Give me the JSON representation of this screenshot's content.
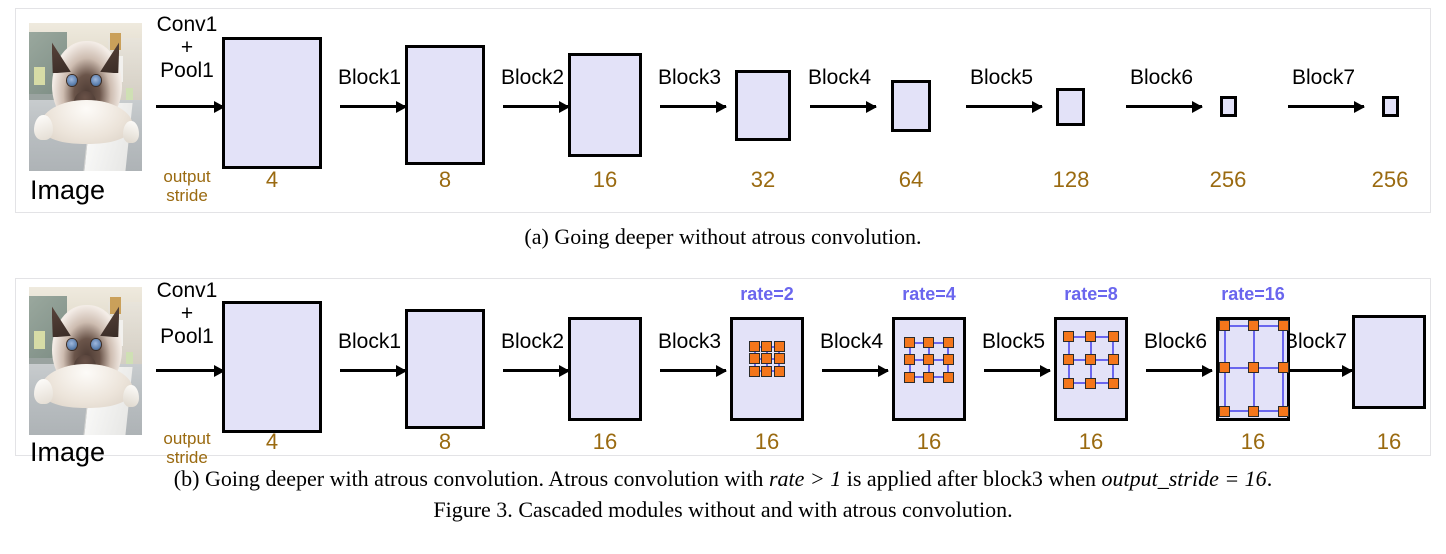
{
  "figure": {
    "number": "Figure 3.",
    "title": "Cascaded modules without and with atrous convolution."
  },
  "image_label": "Image",
  "conv_label": "Conv1\n+\nPool1",
  "output_stride_label": "output\nstride",
  "panel_a": {
    "caption": "(a) Going deeper without atrous convolution.",
    "arrows": [
      "Block1",
      "Block2",
      "Block3",
      "Block4",
      "Block5",
      "Block6",
      "Block7"
    ],
    "strides": [
      "4",
      "8",
      "16",
      "32",
      "64",
      "128",
      "256",
      "256"
    ]
  },
  "panel_b": {
    "caption_prefix": "(b) Going deeper with atrous convolution. Atrous convolution with ",
    "caption_math1": "rate > 1",
    "caption_mid": " is applied after block3 when ",
    "caption_math2": "output_stride = 16",
    "caption_suffix": ".",
    "arrows": [
      "Block1",
      "Block2",
      "Block3",
      "Block4",
      "Block5",
      "Block6",
      "Block7"
    ],
    "strides": [
      "4",
      "8",
      "16",
      "16",
      "16",
      "16",
      "16",
      "16"
    ],
    "rates": [
      "rate=2",
      "rate=4",
      "rate=8",
      "rate=16"
    ]
  },
  "colors": {
    "feature_map_fill": "#e3e2f8",
    "feature_map_border": "#000000",
    "stride_text": "#9a6a10",
    "rate_text": "#6a66ee",
    "kernel_dot": "#f4761b",
    "kernel_link": "#6a66ee",
    "panel_border": "#e3e3e6"
  }
}
